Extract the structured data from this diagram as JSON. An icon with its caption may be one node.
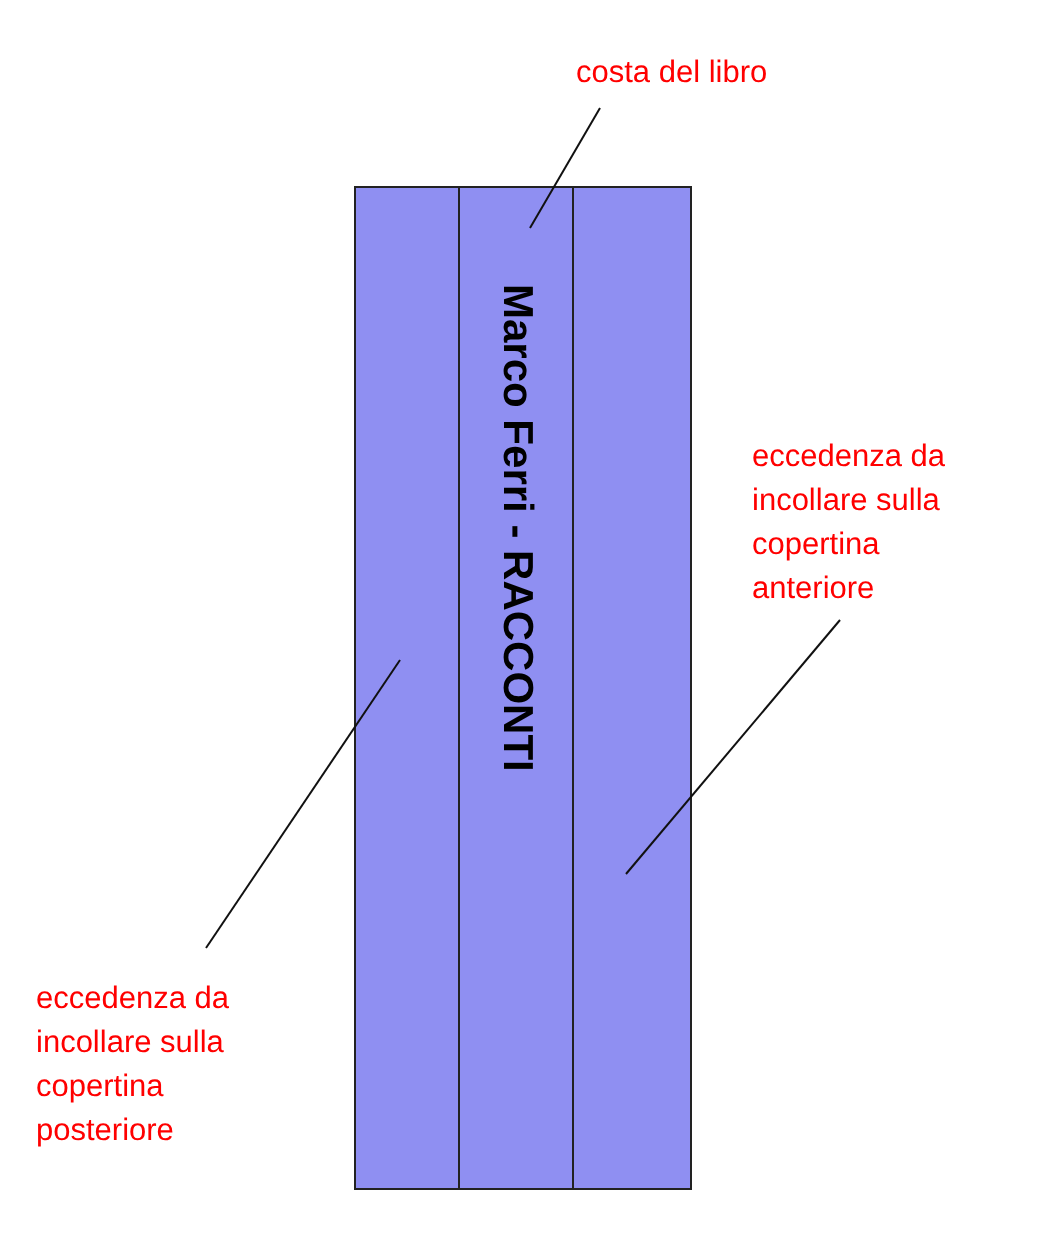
{
  "diagram": {
    "nodes": [
      {
        "text": [
          "costa del libro"
        ]
      },
      {
        "text": [],
        "shape": "box"
      },
      {
        "text": [
          "Marco Ferri - RACCONTI"
        ]
      },
      {
        "text": [],
        "shape": "box"
      },
      {
        "text": [
          "eccedenza da incollare sulla copertina anteriore"
        ]
      },
      {
        "text": [
          "eccedenza da incollare sulla copertina posteriore"
        ]
      }
    ],
    "edges": [
      {
        "from": 0,
        "to": 2,
        "arrow": "none"
      },
      {
        "from": 4,
        "to": 3,
        "arrow": "none"
      },
      {
        "from": 5,
        "to": 1,
        "arrow": "none"
      }
    ]
  }
}
